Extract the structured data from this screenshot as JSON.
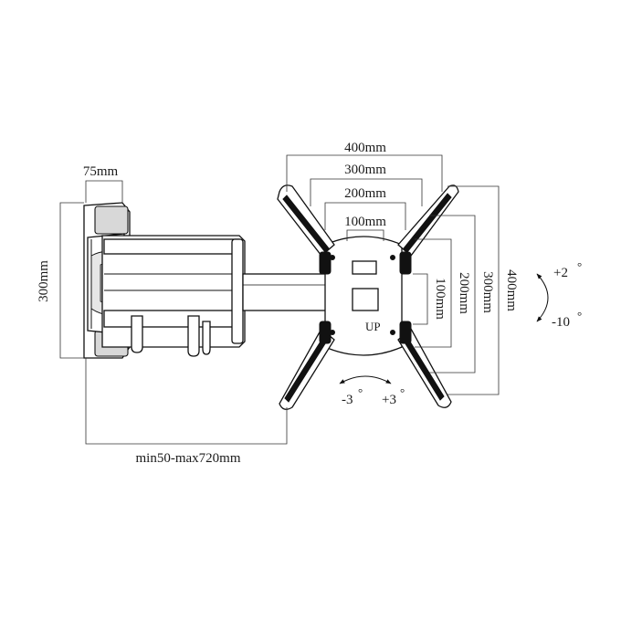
{
  "dimensions": {
    "top_width": "400mm",
    "mid_width": "300mm",
    "inner_width": "200mm",
    "small_width": "100mm",
    "plate_width": "75mm",
    "plate_height": "300mm",
    "right_height_100": "100mm",
    "right_height_200": "200mm",
    "right_height_300": "300mm",
    "right_height_400": "400mm",
    "extension": "min50-max720mm"
  },
  "angles": {
    "tilt_up": "+2",
    "tilt_down": "-10",
    "swivel_left": "-3",
    "swivel_right": "+3",
    "degree": "°"
  },
  "plate_mark": "UP"
}
